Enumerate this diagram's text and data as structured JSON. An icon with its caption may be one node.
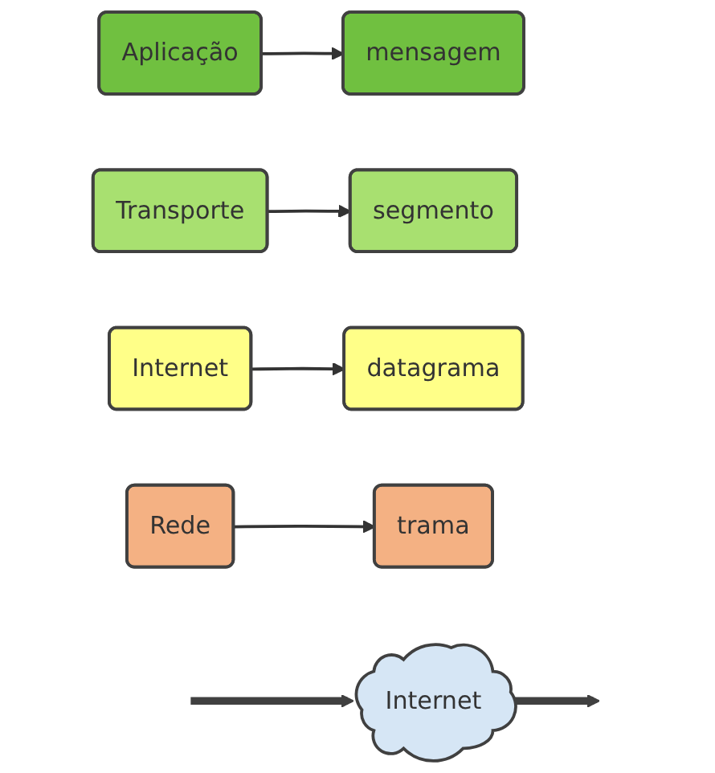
{
  "diagram": {
    "nodes": [
      {
        "text": [
          "Aplicação"
        ]
      },
      {
        "text": [
          "Transporte"
        ]
      },
      {
        "text": [
          "Internet"
        ]
      },
      {
        "text": [
          "Rede"
        ]
      },
      {
        "text": [
          "mensagem"
        ]
      },
      {
        "text": [
          "segmento"
        ]
      },
      {
        "text": [
          "datagrama"
        ]
      },
      {
        "text": [
          "trama"
        ]
      },
      {
        "text": [
          "Internet"
        ]
      }
    ],
    "edges": [
      {
        "from": 0,
        "to": 4,
        "arrow": "to"
      },
      {
        "from": 1,
        "to": 5,
        "arrow": "to"
      },
      {
        "from": 2,
        "to": 6,
        "arrow": "to"
      },
      {
        "from": 3,
        "to": 7,
        "arrow": "to"
      },
      {
        "from": null,
        "to": 8,
        "arrow": "to",
        "style": "thick",
        "color": "#404040"
      },
      {
        "from": 8,
        "to": null,
        "arrow": "to",
        "style": "thick",
        "color": "#404040"
      }
    ]
  }
}
